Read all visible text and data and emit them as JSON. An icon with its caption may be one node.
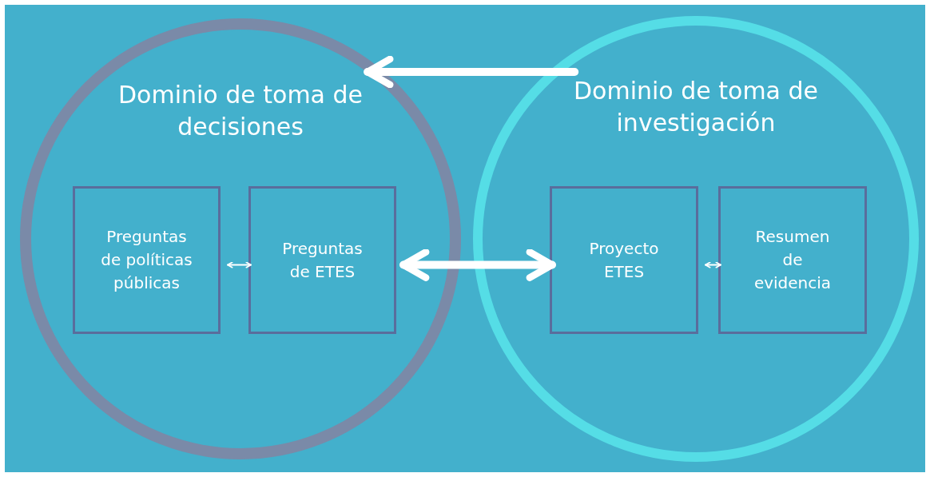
{
  "diagram": {
    "nodes": [
      {
        "text": [
          "Dominio de toma de decisiones"
        ]
      },
      {
        "text": [
          "Preguntas de políticas públicas"
        ],
        "in": 0
      },
      {
        "text": [
          "Preguntas de ETES"
        ],
        "in": 0
      },
      {
        "text": [
          "Dominio de toma de investigación"
        ]
      },
      {
        "text": [
          "Proyecto ETES"
        ],
        "in": 3
      },
      {
        "text": [
          "Resumen de evidencia"
        ],
        "in": 3
      }
    ],
    "edges": [
      {
        "from": 3,
        "to": 0,
        "arrow": "to",
        "style": "thick"
      },
      {
        "from": 1,
        "to": 2,
        "arrow": "both"
      },
      {
        "from": 2,
        "to": 4,
        "arrow": "both",
        "style": "thick"
      },
      {
        "from": 4,
        "to": 5,
        "arrow": "both"
      }
    ]
  }
}
